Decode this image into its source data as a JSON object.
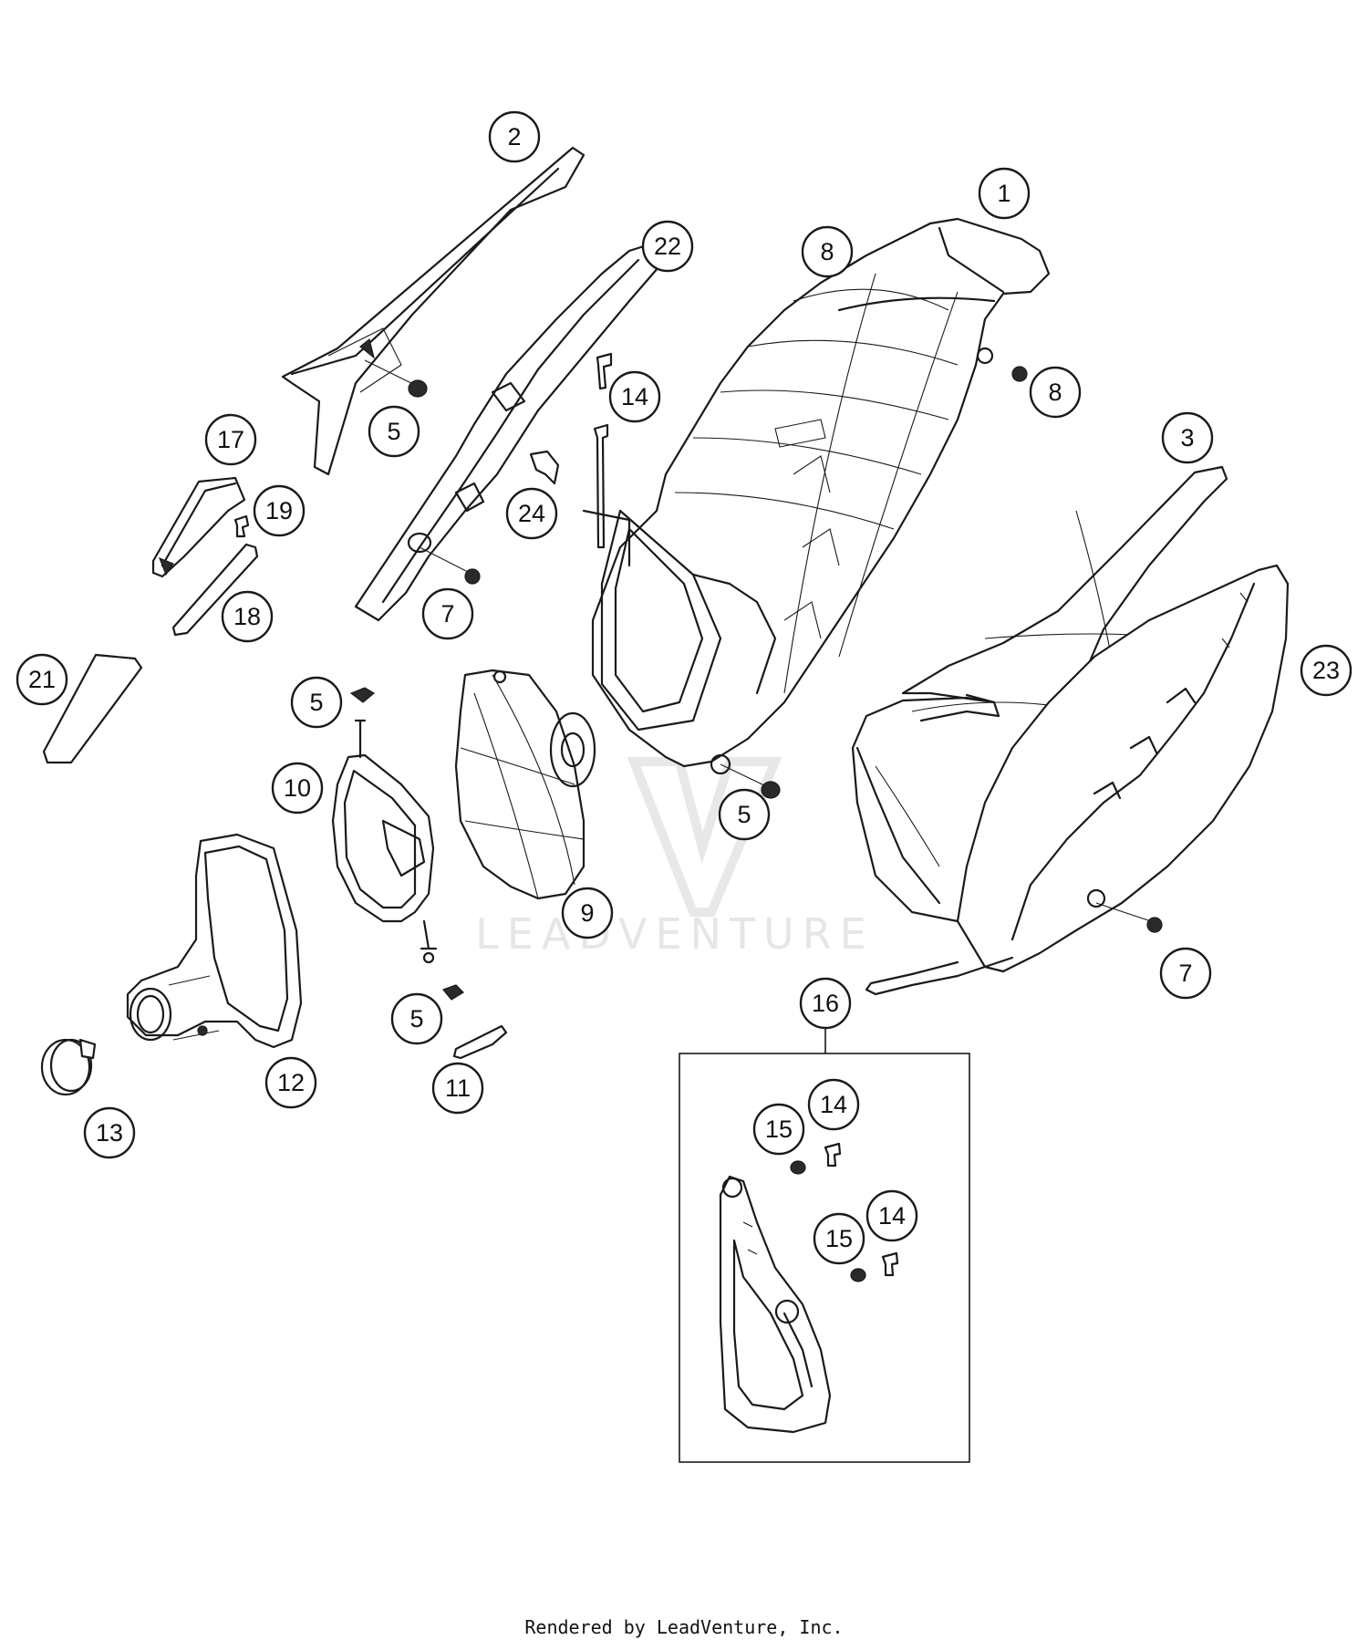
{
  "watermark": "LEADVENTURE",
  "footer": "Rendered by LeadVenture, Inc.",
  "callouts": [
    {
      "id": "c2",
      "label": "2"
    },
    {
      "id": "c1",
      "label": "1"
    },
    {
      "id": "c8a",
      "label": "8"
    },
    {
      "id": "c22",
      "label": "22"
    },
    {
      "id": "c5a",
      "label": "5"
    },
    {
      "id": "c14a",
      "label": "14"
    },
    {
      "id": "c8b",
      "label": "8"
    },
    {
      "id": "c17",
      "label": "17"
    },
    {
      "id": "c3",
      "label": "3"
    },
    {
      "id": "c19",
      "label": "19"
    },
    {
      "id": "c24",
      "label": "24"
    },
    {
      "id": "c7a",
      "label": "7"
    },
    {
      "id": "c18",
      "label": "18"
    },
    {
      "id": "c23",
      "label": "23"
    },
    {
      "id": "c21",
      "label": "21"
    },
    {
      "id": "c5b",
      "label": "5"
    },
    {
      "id": "c10",
      "label": "10"
    },
    {
      "id": "c5c",
      "label": "5"
    },
    {
      "id": "c9",
      "label": "9"
    },
    {
      "id": "c7b",
      "label": "7"
    },
    {
      "id": "c16",
      "label": "16"
    },
    {
      "id": "c5d",
      "label": "5"
    },
    {
      "id": "c12",
      "label": "12"
    },
    {
      "id": "c11",
      "label": "11"
    },
    {
      "id": "c14b",
      "label": "14"
    },
    {
      "id": "c13",
      "label": "13"
    },
    {
      "id": "c15a",
      "label": "15"
    },
    {
      "id": "c14c",
      "label": "14"
    },
    {
      "id": "c15b",
      "label": "15"
    }
  ]
}
